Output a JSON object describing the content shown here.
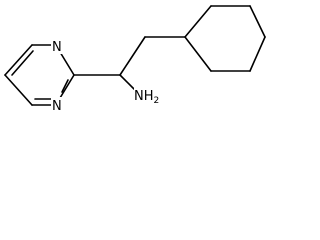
{
  "molecule": {
    "atom_labels": {
      "n_top": "N",
      "n_bottom": "N",
      "amine": "NH2",
      "amine_main": "NH",
      "amine_sub": "2"
    },
    "colors": {
      "bond": "#000000",
      "label": "#000000",
      "background": "#ffffff"
    }
  }
}
